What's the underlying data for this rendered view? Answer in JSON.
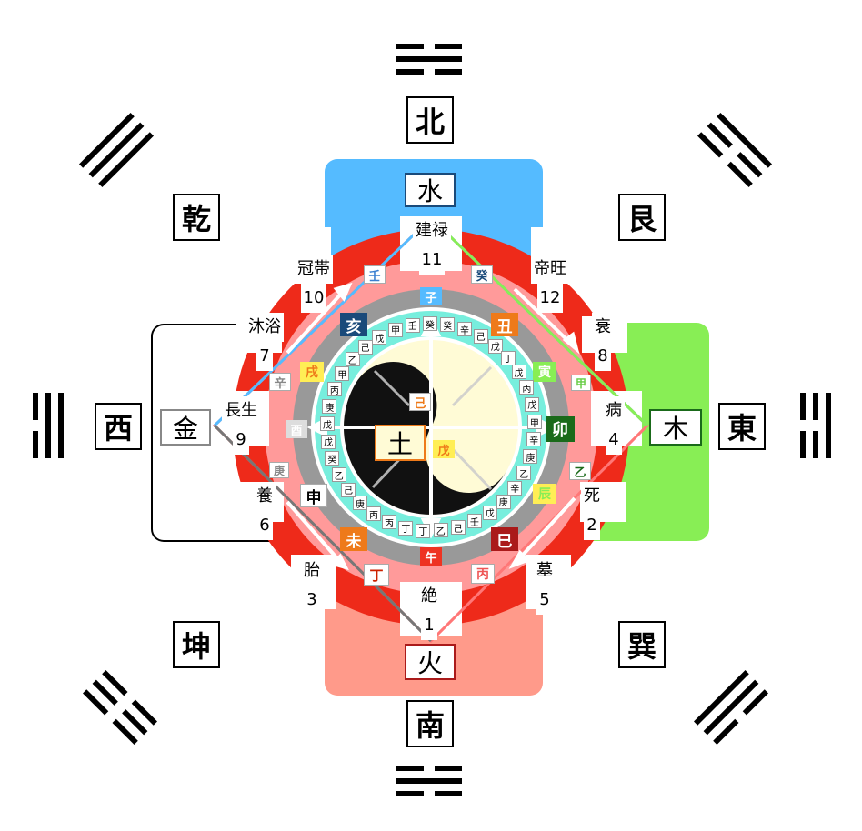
{
  "directions": {
    "north": "北",
    "south": "南",
    "east": "東",
    "west": "西",
    "northwest": "乾",
    "northeast": "艮",
    "southwest": "坤",
    "southeast": "巽"
  },
  "elements": {
    "water": "水",
    "fire": "火",
    "wood": "木",
    "metal": "金",
    "earth": "土"
  },
  "stages": [
    {
      "id": "kenroku",
      "name": "建禄",
      "num": "11"
    },
    {
      "id": "kantai",
      "name": "冠帯",
      "num": "10"
    },
    {
      "id": "teio",
      "name": "帝旺",
      "num": "12"
    },
    {
      "id": "mokuyoku",
      "name": "沐浴",
      "num": "7"
    },
    {
      "id": "sui",
      "name": "衰",
      "num": "8"
    },
    {
      "id": "chosei",
      "name": "長生",
      "num": "9"
    },
    {
      "id": "byo",
      "name": "病",
      "num": "4"
    },
    {
      "id": "yo",
      "name": "養",
      "num": "6"
    },
    {
      "id": "shi",
      "name": "死",
      "num": "2"
    },
    {
      "id": "tai",
      "name": "胎",
      "num": "3"
    },
    {
      "id": "bo",
      "name": "墓",
      "num": "5"
    },
    {
      "id": "zetsu",
      "name": "絶",
      "num": "1"
    }
  ],
  "ring_chips": [
    {
      "t": "壬",
      "bg": "#ffffff",
      "fg": "#3a7fd0"
    },
    {
      "t": "癸",
      "bg": "#ffffff",
      "fg": "#1a4a7a"
    },
    {
      "t": "子",
      "bg": "#55bbff",
      "fg": "#ffffff"
    },
    {
      "t": "亥",
      "bg": "#1a4a7a",
      "fg": "#ffffff"
    },
    {
      "t": "丑",
      "bg": "#ee7a1a",
      "fg": "#ffffff"
    },
    {
      "t": "戌",
      "bg": "#ffee55",
      "fg": "#ee7a1a"
    },
    {
      "t": "寅",
      "bg": "#88ee55",
      "fg": "#ffffff"
    },
    {
      "t": "辛",
      "bg": "#ffffff",
      "fg": "#888888"
    },
    {
      "t": "甲",
      "bg": "#ffffff",
      "fg": "#66cc44"
    },
    {
      "t": "酉",
      "bg": "#dddddd",
      "fg": "#ffffff"
    },
    {
      "t": "卯",
      "bg": "#1a6a1a",
      "fg": "#ffffff"
    },
    {
      "t": "庚",
      "bg": "#ffffff",
      "fg": "#888888"
    },
    {
      "t": "乙",
      "bg": "#ffffff",
      "fg": "#1a6a1a"
    },
    {
      "t": "申",
      "bg": "#ffffff",
      "fg": "#000000"
    },
    {
      "t": "辰",
      "bg": "#ffee55",
      "fg": "#88ee55"
    },
    {
      "t": "未",
      "bg": "#ee7a1a",
      "fg": "#ffffff"
    },
    {
      "t": "巳",
      "bg": "#aa1a1a",
      "fg": "#ffffff"
    },
    {
      "t": "丁",
      "bg": "#ffffff",
      "fg": "#cc2200"
    },
    {
      "t": "丙",
      "bg": "#ffffff",
      "fg": "#ee5555"
    },
    {
      "t": "午",
      "bg": "#ee3322",
      "fg": "#ffffff"
    },
    {
      "t": "己",
      "bg": "#ffffff",
      "fg": "#ee7a1a"
    },
    {
      "t": "戊",
      "bg": "#ffee55",
      "fg": "#ee7a1a"
    }
  ],
  "inner_chars": [
    "甲",
    "壬",
    "癸",
    "癸",
    "辛",
    "己",
    "戊",
    "丁",
    "戊",
    "丙",
    "戊",
    "甲",
    "辛",
    "庚",
    "乙",
    "辛",
    "庚",
    "戊",
    "壬",
    "己",
    "乙",
    "丁",
    "丁",
    "丙",
    "丙",
    "庚",
    "己",
    "乙",
    "癸",
    "戊",
    "戊",
    "庚",
    "丙",
    "甲",
    "乙",
    "己",
    "戊"
  ],
  "colors": {
    "water": "#55bbff",
    "fire": "#ff9a8a",
    "wood": "#88ee55",
    "red": "#ee2a1a",
    "pink": "#ff9a9a",
    "gray": "#999999",
    "mint": "#77eedd"
  }
}
